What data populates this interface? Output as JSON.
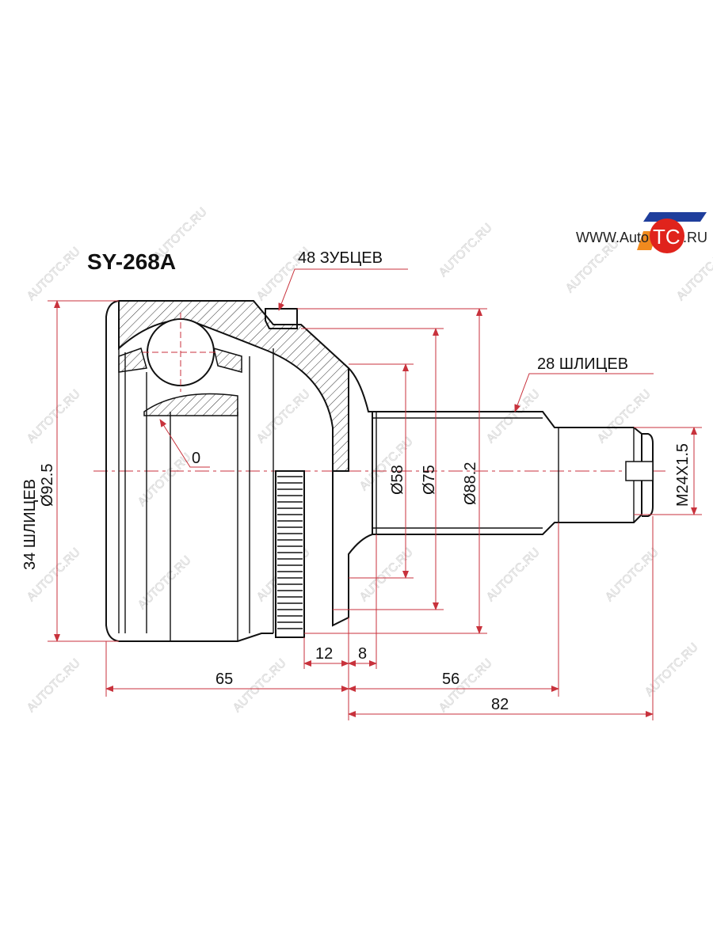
{
  "part_number": "SY-268A",
  "logo": {
    "text_prefix": "WWW.Auto",
    "text_mark": "TC",
    "text_suffix": ".RU",
    "colors": {
      "circle": "#e0231c",
      "stripe_blue": "#1f3e9c",
      "stripe_orange": "#f08a1e"
    }
  },
  "watermark": {
    "text": "AUTOTC.RU",
    "color": "#d7d7d7"
  },
  "callouts": {
    "outer_teeth": "48 ЗУБЦЕВ",
    "shaft_splines": "28 ШЛИЦЕВ",
    "inner_splines": "34 ШЛИЦЕВ",
    "angle": "0"
  },
  "dimensions": {
    "outer_diameter": "Ø92.5",
    "d58": "Ø58",
    "d75": "Ø75",
    "d88": "Ø88.2",
    "thread": "M24X1.5",
    "len_12": "12",
    "len_8": "8",
    "len_65": "65",
    "len_56": "56",
    "len_82": "82"
  },
  "colors": {
    "dimension_line": "#c8323c",
    "outline": "#111111"
  }
}
